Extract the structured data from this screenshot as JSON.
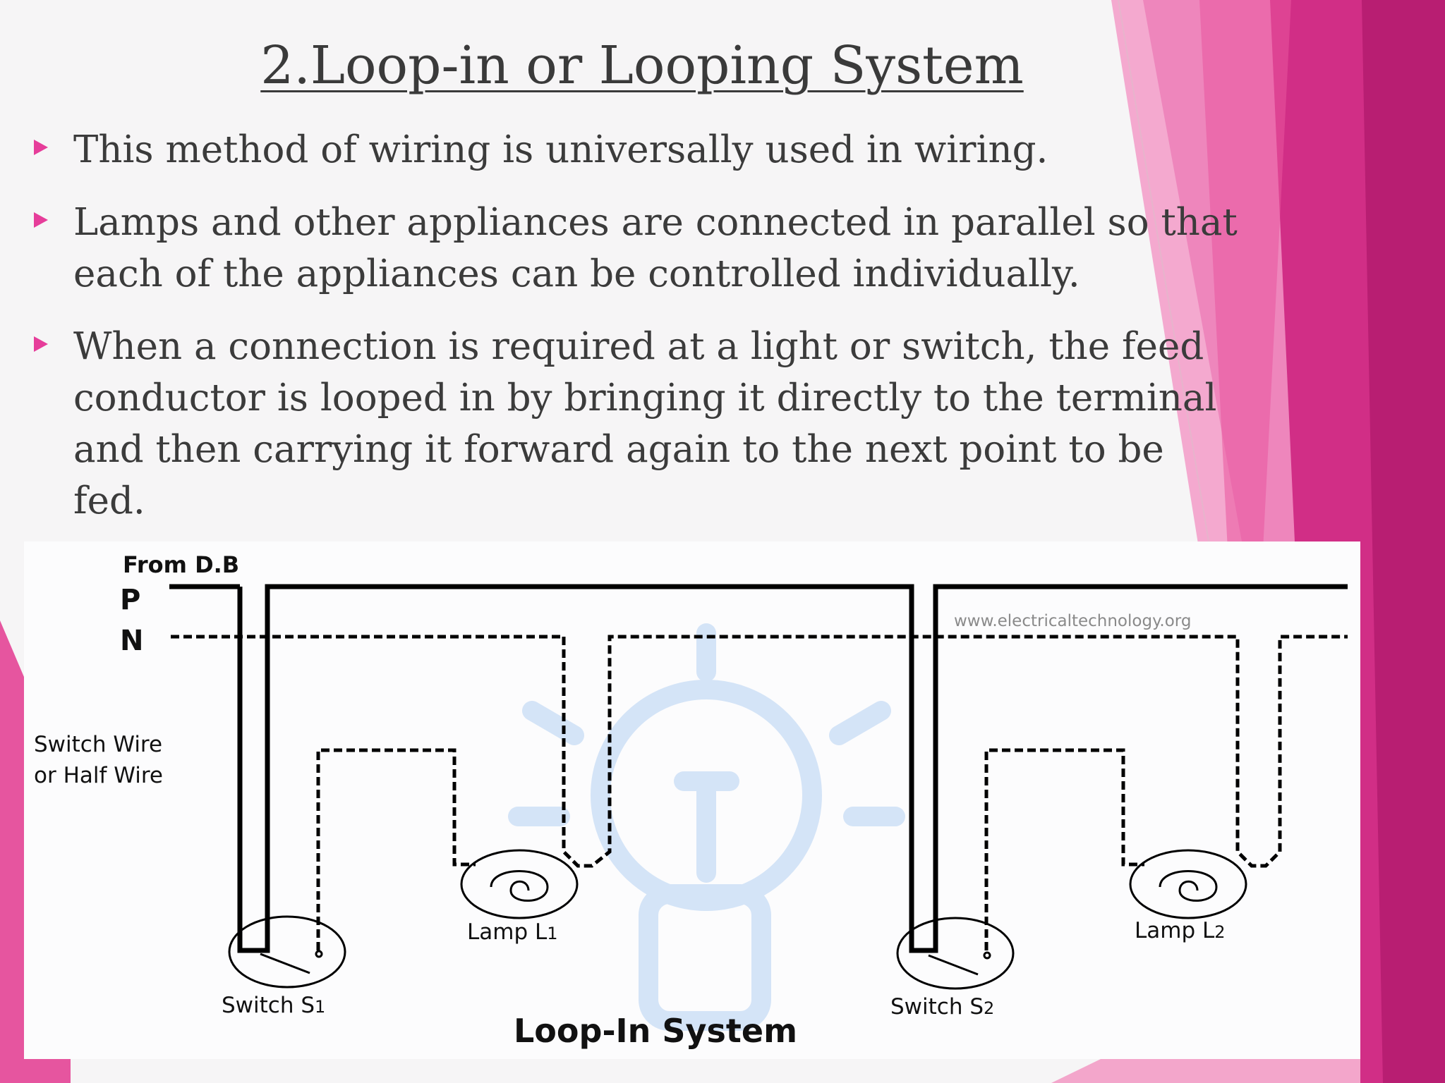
{
  "slide": {
    "title": "2.Loop-in or Looping System",
    "bullets": [
      "This method of wiring is universally used in wiring.",
      " Lamps and other appliances are connected in parallel so that each of the appliances can be controlled individually.",
      " When a connection is required at a light or switch, the feed conductor is looped in by bringing it directly to the terminal and then carrying it forward again to the next point to be fed."
    ],
    "accent_color": "#e63d9a"
  },
  "diagram": {
    "source_label": "From D.B",
    "phase_label": "P",
    "neutral_label": "N",
    "watermark": "www.electricaltechnology.org",
    "switch_wire_label_line1": "Switch Wire",
    "switch_wire_label_line2": "or Half Wire",
    "switch1_label": "Switch S",
    "switch1_sub": "1",
    "switch2_label": "Switch S",
    "switch2_sub": "2",
    "lamp1_label": "Lamp L",
    "lamp1_sub": "1",
    "lamp2_label": "Lamp L",
    "lamp2_sub": "2",
    "caption": "Loop-In System"
  }
}
